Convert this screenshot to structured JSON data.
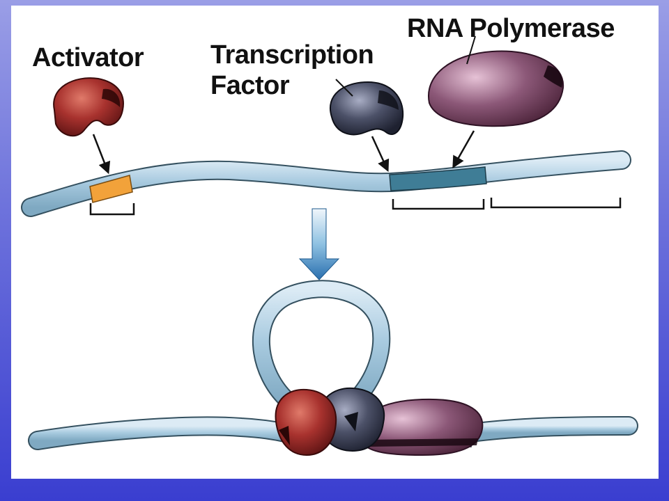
{
  "labels": {
    "activator": "Activator",
    "transcription_factor_line1": "Transcription",
    "transcription_factor_line2": "Factor",
    "rna_polymerase": "RNA Polymerase"
  },
  "colors": {
    "background_top": "#9a9ee6",
    "background_bottom": "#3a3ed0",
    "dna": "#a9cbe0",
    "dna_outline": "#3a5668",
    "enhancer": "#f2a23a",
    "promoter": "#3f7d96",
    "activator": "#9a2a2a",
    "transcription_factor": "#3e4256",
    "rna_polymerase": "#7d4a6a",
    "transition_arrow": "#2a7ec0"
  },
  "icons": {
    "transition_arrow": "arrow-down-icon",
    "pointer_arrows": "arrow-icon"
  }
}
